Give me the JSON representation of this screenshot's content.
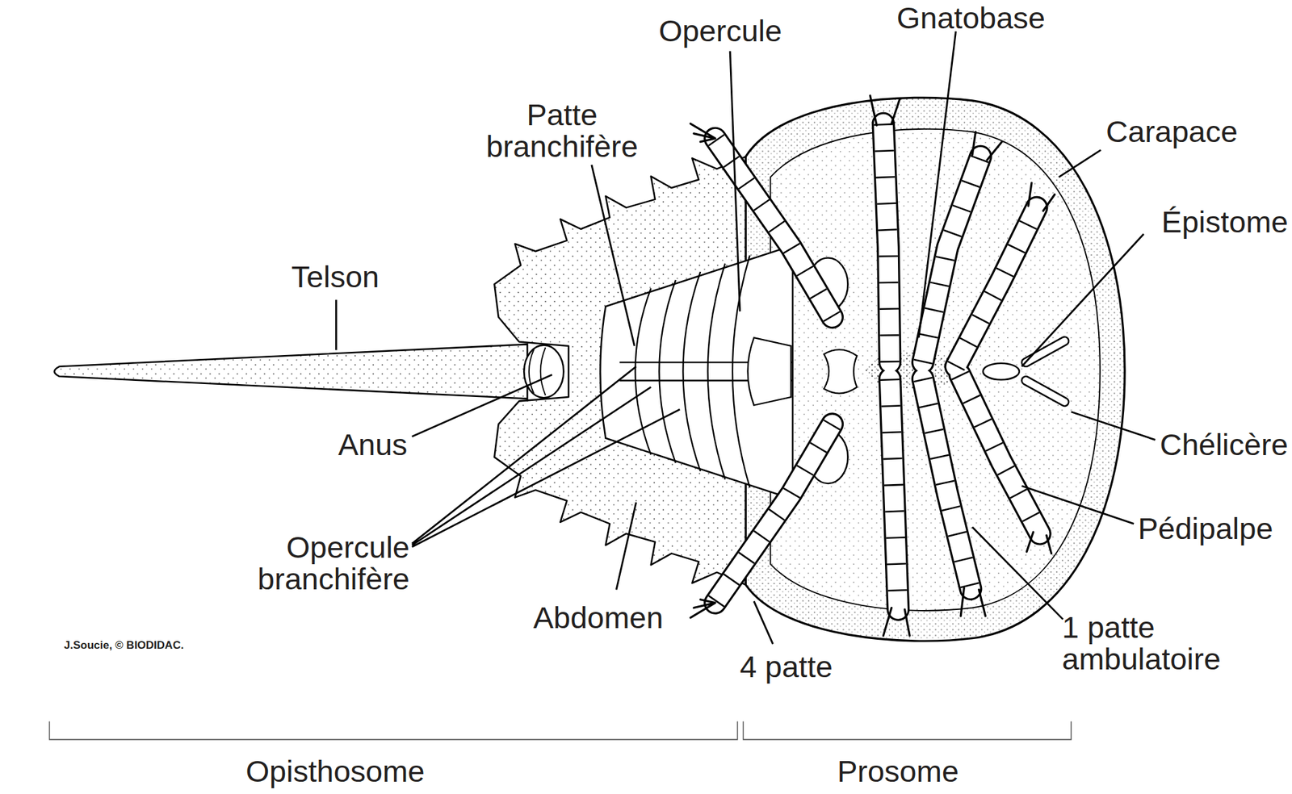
{
  "diagram": {
    "labels": [
      "Gnatobase",
      "Opercule",
      "Patte branchifère",
      "Carapace",
      "Épistome",
      "Telson",
      "Anus",
      "Chélicère",
      "Pédipalpe",
      "Opercule branchifère",
      "Abdomen",
      "1 patte ambulatoire",
      "4 patte",
      "J.Soucie, © BIODIDAC.",
      "Opisthosome",
      "Prosome"
    ]
  }
}
